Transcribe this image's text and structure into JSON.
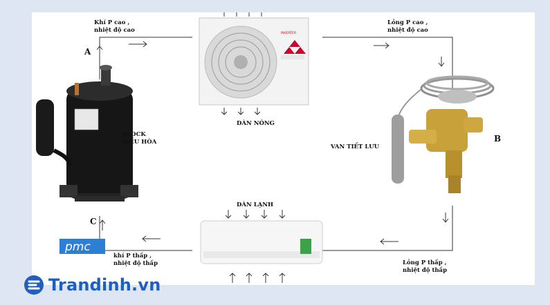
{
  "labels": {
    "hot_gas": [
      "Khí P cao ,",
      "nhiệt độ cao"
    ],
    "hot_liquid": [
      "Lỏng P cao ,",
      "nhiệt độ cao"
    ],
    "cold_liquid": [
      "Lỏng P thấp ,",
      "nhiệt độ thấp"
    ],
    "cold_gas": [
      "khí P thấp ,",
      "nhiệt độ thấp"
    ],
    "block": [
      "BLOCK",
      "ĐIỀU HÒA"
    ],
    "condenser": "DÀN NÓNG",
    "evaporator": "DÀN LẠNH",
    "valve": "VAN TIẾT LƯU",
    "point_a": "A",
    "point_b": "B",
    "point_c": "C"
  },
  "device_text": {
    "outdoor_brand": "INVERTER",
    "pmc": "pmc"
  },
  "brand": {
    "name": "Trandinh.vn",
    "color": "#1f5fbf"
  }
}
